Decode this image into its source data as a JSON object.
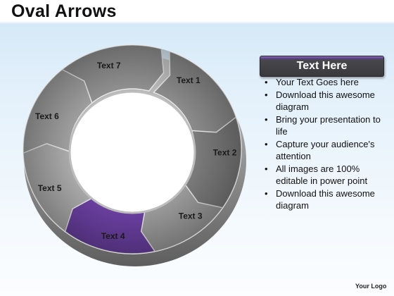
{
  "slide": {
    "title": "Oval Arrows",
    "panel": {
      "heading": "Text Here",
      "bullets": [
        "Your Text Goes here",
        "Download this awesome diagram",
        "Bring your presentation to life",
        "Capture your audience's attention",
        "All images are 100% editable in power point",
        "Download this awesome diagram"
      ]
    },
    "logo": "Your Logo"
  },
  "diagram": {
    "segments": [
      {
        "label": "Text 1",
        "color": "#8a8a8a"
      },
      {
        "label": "Text 2",
        "color": "#7a7a7a"
      },
      {
        "label": "Text 3",
        "color": "#9a9a9a"
      },
      {
        "label": "Text 4",
        "color": "#6a3fa0"
      },
      {
        "label": "Text 5",
        "color": "#a8a8a8"
      },
      {
        "label": "Text 6",
        "color": "#9c9c9c"
      },
      {
        "label": "Text 7",
        "color": "#8e8e8e"
      }
    ],
    "highlight_color": "#6a3fa0",
    "accent_color": "#5a3f8a"
  }
}
